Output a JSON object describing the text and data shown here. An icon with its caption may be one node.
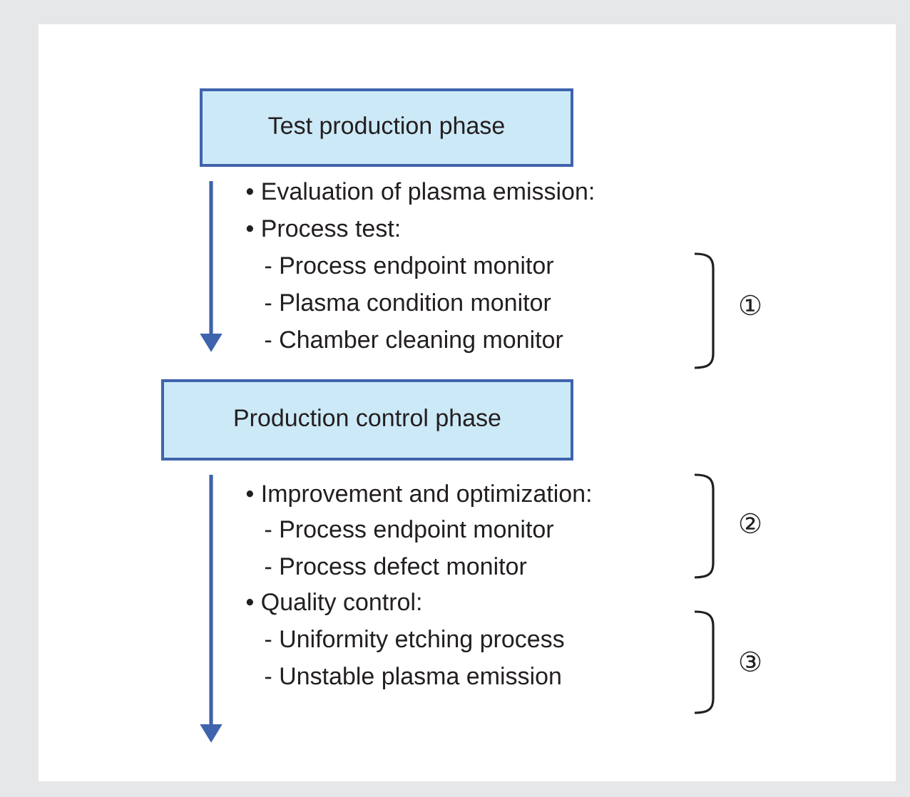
{
  "diagram": {
    "nodes": [
      {
        "text": [
          "Test production phase"
        ]
      },
      {
        "text": [
          "Production control phase"
        ]
      }
    ],
    "edges": [
      {
        "from": 0,
        "to": 1,
        "arrow": "to"
      },
      {
        "from": 1,
        "to": null,
        "arrow": "to"
      }
    ],
    "labels": [
      "• Evaluation of plasma emission:",
      "• Process test:",
      "- Process endpoint monitor",
      "- Plasma condition monitor",
      "- Chamber cleaning monitor",
      "①",
      "• Improvement and optimization:",
      "- Process endpoint monitor",
      "- Process defect monitor",
      "②",
      "• Quality control:",
      "- Uniformity etching process",
      "- Unstable plasma emission",
      "③"
    ]
  }
}
